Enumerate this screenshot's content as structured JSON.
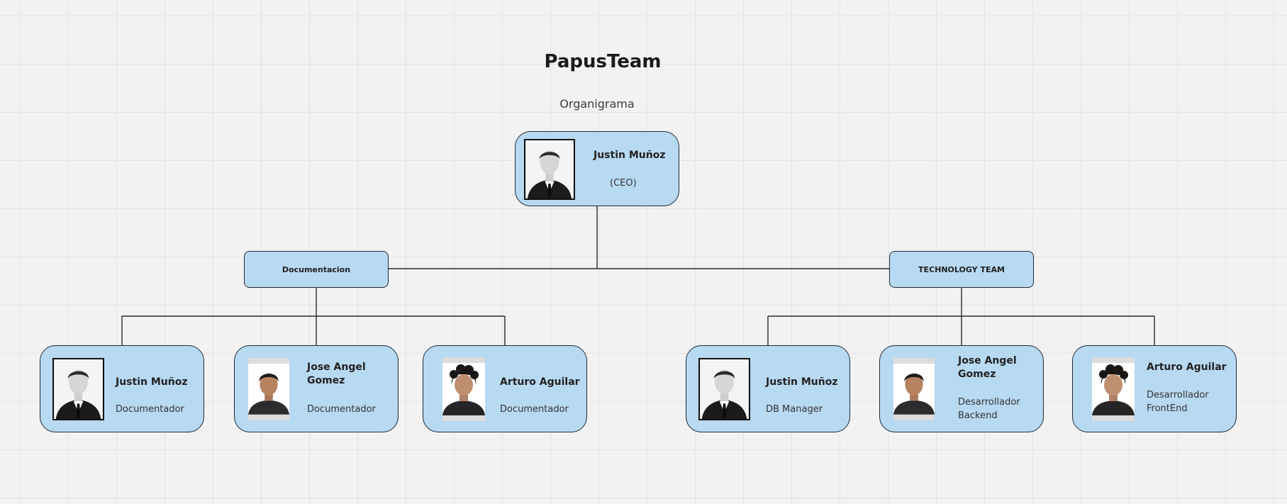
{
  "title": "PapusTeam",
  "subtitle": "Organigrama",
  "ceo": {
    "name": "Justin Muñoz",
    "role": "(CEO)"
  },
  "groups": [
    {
      "label": "Documentacion"
    },
    {
      "label": "TECHNOLOGY TEAM"
    }
  ],
  "members": [
    {
      "name": "Justin Muñoz",
      "role": "Documentador"
    },
    {
      "name": "Jose Angel\nGomez",
      "role": "Documentador"
    },
    {
      "name": "Arturo Aguilar",
      "role": "Documentador"
    },
    {
      "name": "Justin Muñoz",
      "role": "DB Manager"
    },
    {
      "name": "Jose Angel\nGomez",
      "role": "Desarrollador\nBackend"
    },
    {
      "name": "Arturo Aguilar",
      "role": "Desarrollador\nFrontEnd"
    }
  ],
  "colors": {
    "card_fill": "#b8d9f2",
    "card_border": "#1e2a36",
    "connector": "#2a2a2a",
    "background": "#f2f2f2"
  }
}
